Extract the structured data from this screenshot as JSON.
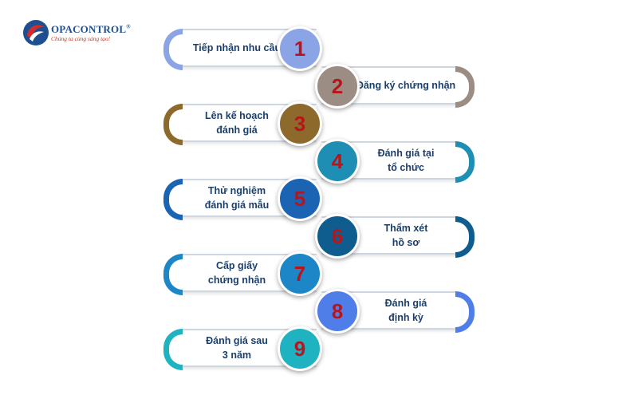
{
  "logo": {
    "name": "OPACONTROL",
    "registered": "®",
    "slogan": "Chúng ta cùng sáng tạo!",
    "colors": {
      "blue": "#1d4f91",
      "red": "#d62b2b"
    }
  },
  "steps": [
    {
      "number": "1",
      "label": "Tiếp nhận nhu cầu",
      "side": "left",
      "color": "#8aa4e6"
    },
    {
      "number": "2",
      "label": "Đăng ký chứng nhận",
      "side": "right",
      "color": "#9b8c84"
    },
    {
      "number": "3",
      "label": "Lên kế hoạch\nđánh giá",
      "side": "left",
      "color": "#8d6a2b"
    },
    {
      "number": "4",
      "label": "Đánh giá tại\ntổ chức",
      "side": "right",
      "color": "#1f8eb4"
    },
    {
      "number": "5",
      "label": "Thử nghiệm\nđánh giá mẫu",
      "side": "left",
      "color": "#1b64b4"
    },
    {
      "number": "6",
      "label": "Thẩm xét\nhồ sơ",
      "side": "right",
      "color": "#0f5d8e"
    },
    {
      "number": "7",
      "label": "Cấp giấy\nchứng nhận",
      "side": "left",
      "color": "#1c86c7"
    },
    {
      "number": "8",
      "label": "Đánh giá\nđịnh kỳ",
      "side": "right",
      "color": "#4f7ee8"
    },
    {
      "number": "9",
      "label": "Đánh giá sau\n3 năm",
      "side": "left",
      "color": "#1fb3c2"
    }
  ]
}
